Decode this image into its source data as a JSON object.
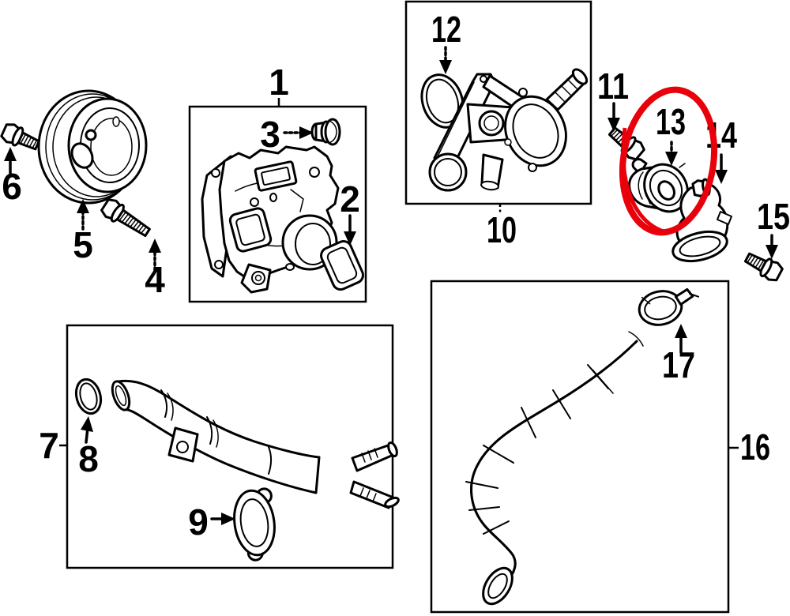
{
  "figure": {
    "type": "auto-parts-exploded-diagram",
    "background_color": "#ffffff",
    "line_color": "#000000",
    "highlight_color": "#e8000b",
    "highlighted_callout": "13",
    "callouts": [
      {
        "label": "1"
      },
      {
        "label": "2"
      },
      {
        "label": "3"
      },
      {
        "label": "4"
      },
      {
        "label": "5"
      },
      {
        "label": "6"
      },
      {
        "label": "7"
      },
      {
        "label": "8"
      },
      {
        "label": "9"
      },
      {
        "label": "10"
      },
      {
        "label": "11"
      },
      {
        "label": "12"
      },
      {
        "label": "13"
      },
      {
        "label": "14"
      },
      {
        "label": "15"
      },
      {
        "label": "16"
      },
      {
        "label": "17"
      }
    ]
  }
}
